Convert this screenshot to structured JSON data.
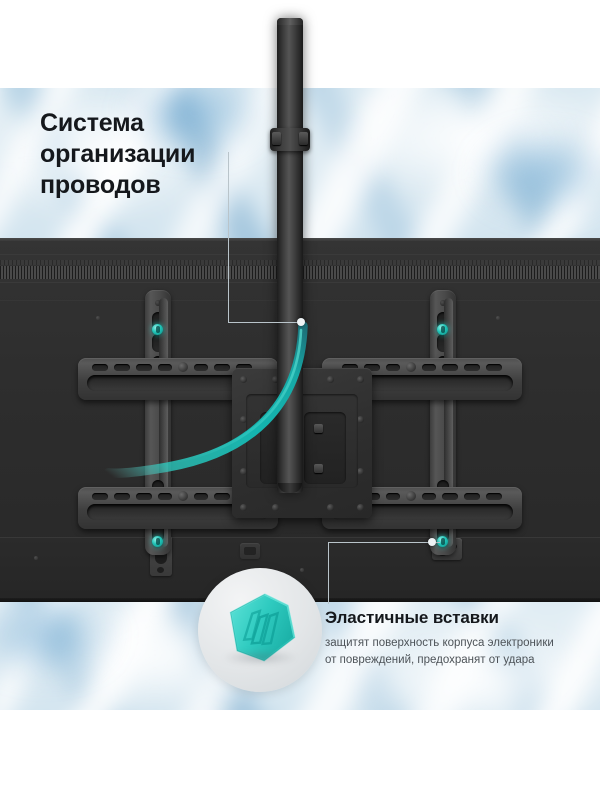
{
  "product": {
    "kind": "tv-wall-mount-back-view",
    "accent_color": "#28c8bd",
    "panel_color": "#2d2d2d",
    "text_color": "#15181c"
  },
  "callouts": [
    {
      "id": "cable-management",
      "title": "Система\nорганизации\nпроводов",
      "title_lines": [
        "Система",
        "организации",
        "проводов"
      ],
      "description": ""
    },
    {
      "id": "elastic-inserts",
      "title": "Эластичные вставки",
      "description": "защитят поверхность корпуса электроники от повреждений, предохранят от удара",
      "description_lines": [
        "защитят поверхность корпуса электроники",
        "от повреждений, предохранят от удара"
      ]
    }
  ],
  "icons": {
    "rubber_pad": "hexagon-rubber-pad-icon",
    "teal_screw": "teal-adjustment-screw-icon",
    "cable": "teal-cable-icon",
    "pole": "mount-pole-icon"
  }
}
